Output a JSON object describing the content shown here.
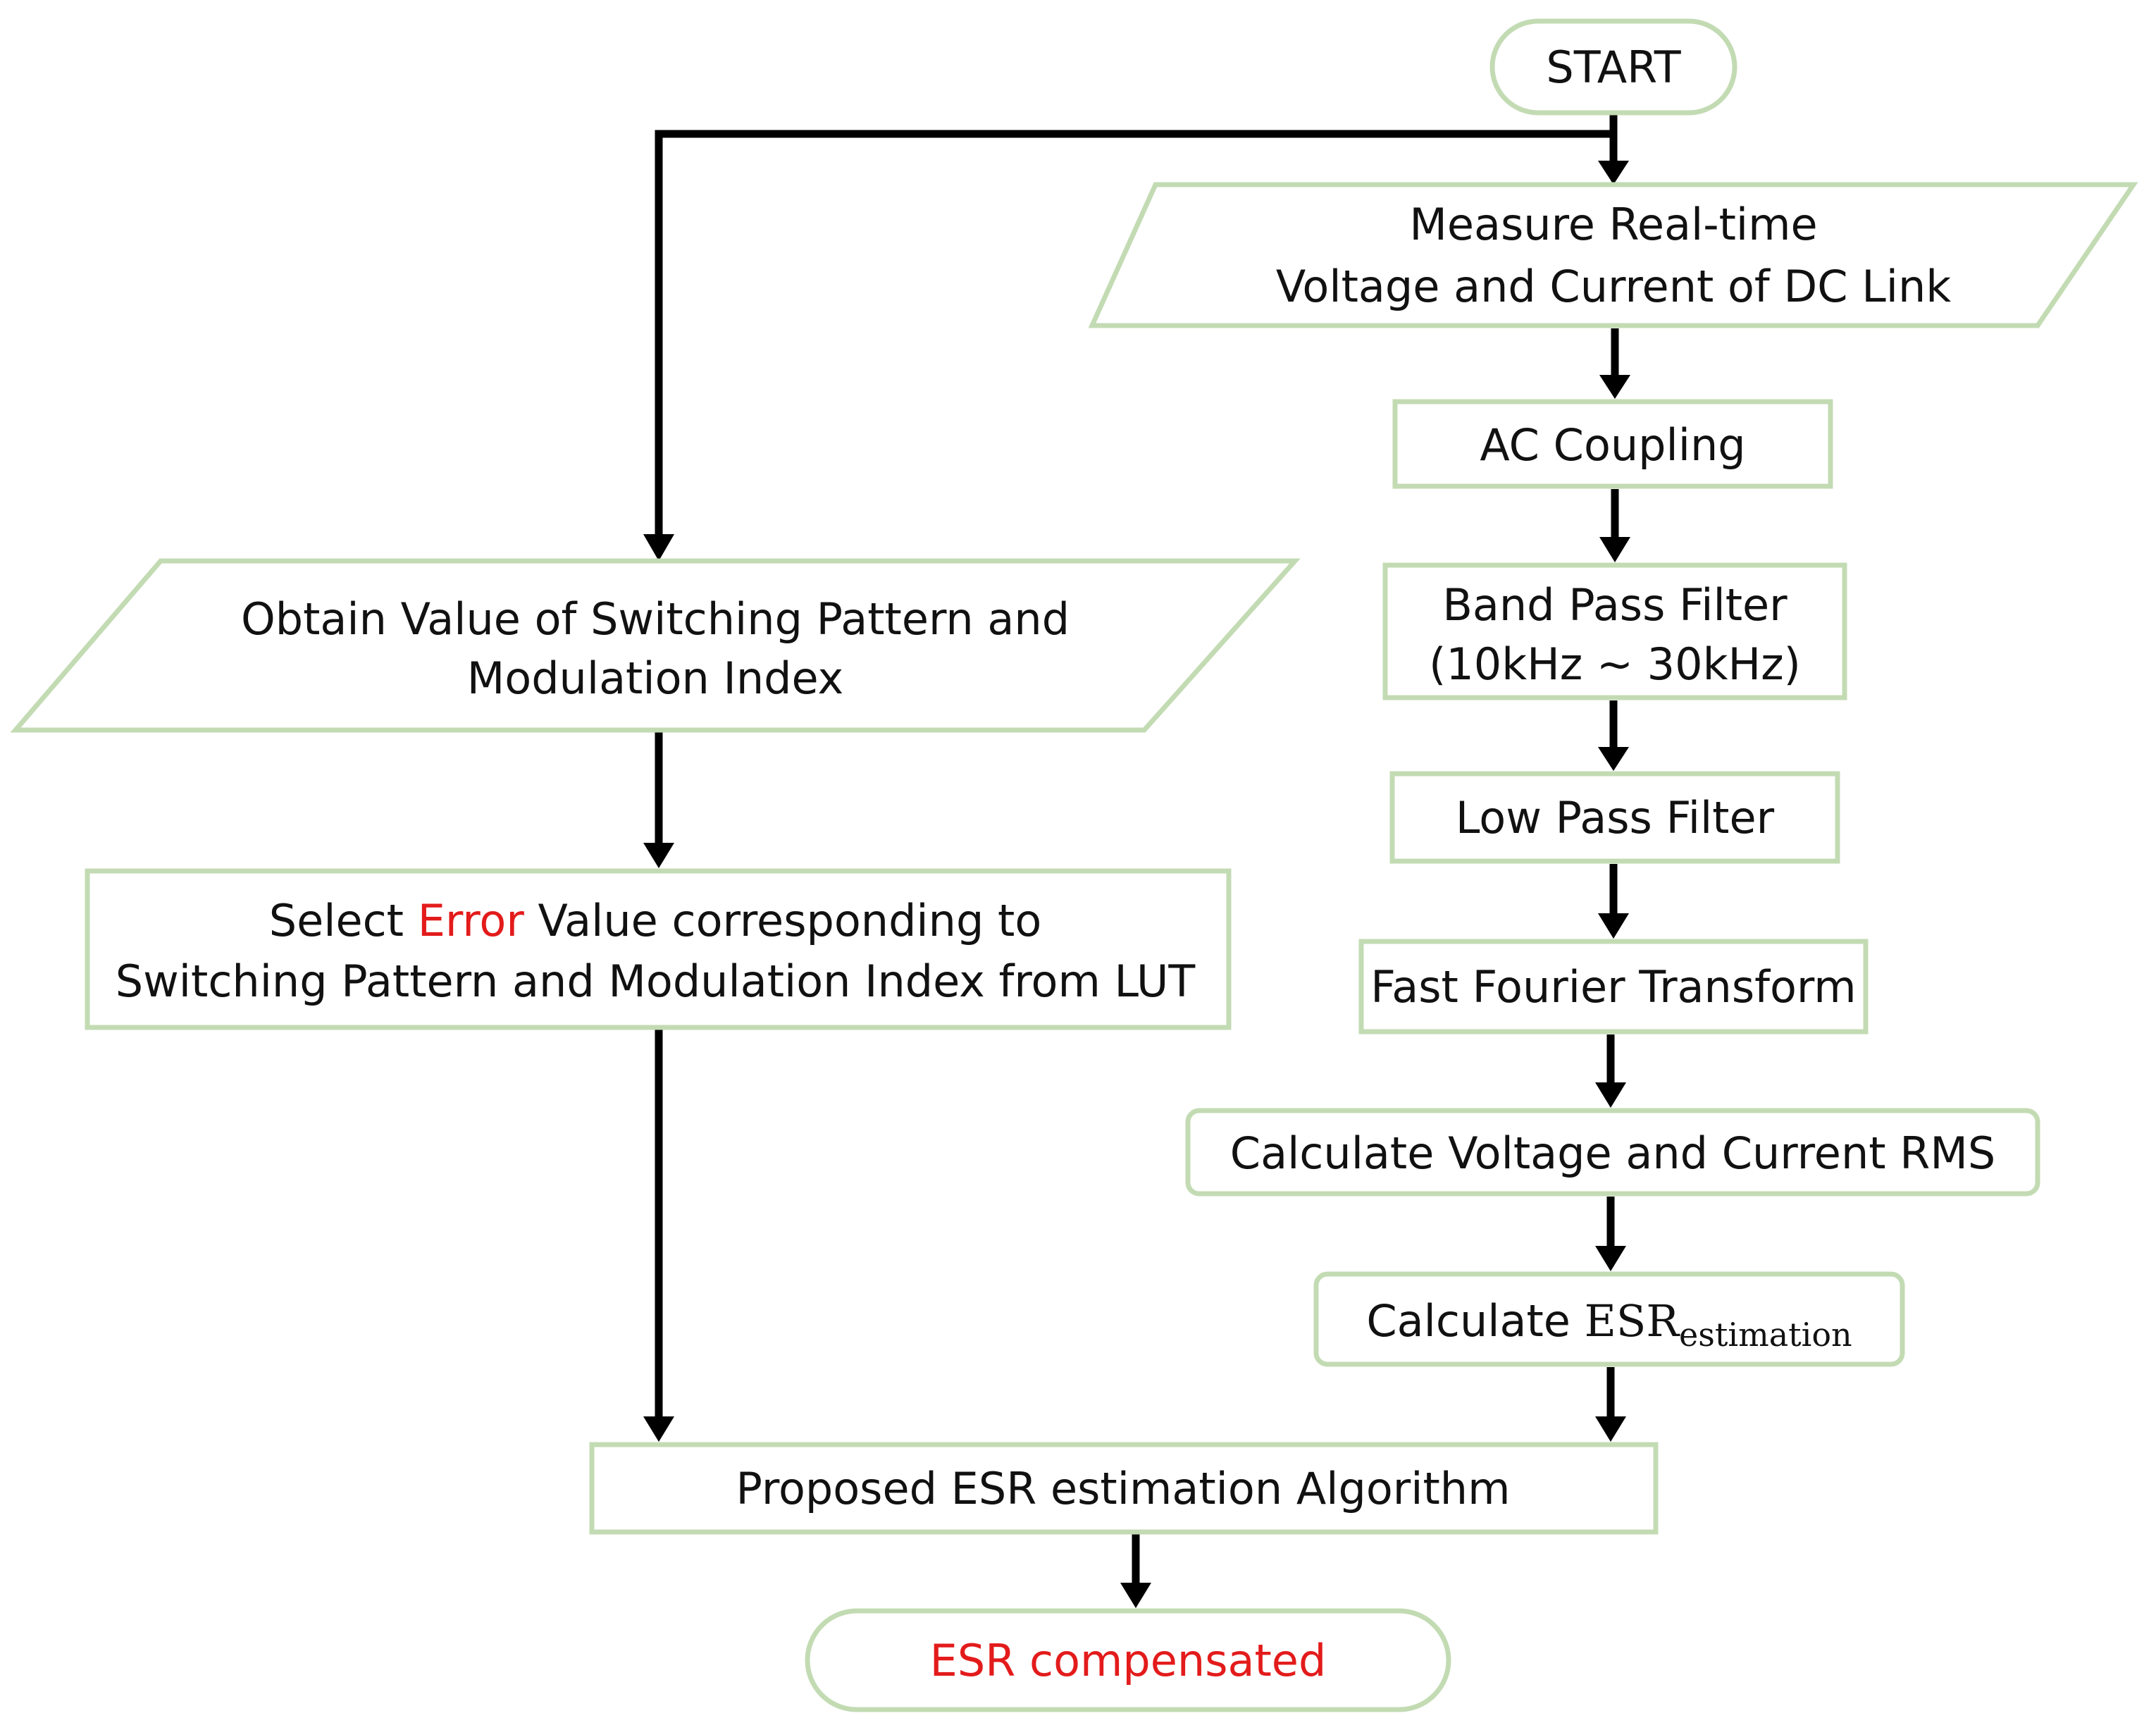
{
  "flowchart": {
    "start": "START",
    "measure": {
      "line1": "Measure Real-time",
      "line2": "Voltage and Current of DC Link"
    },
    "ac_coupling": "AC Coupling",
    "band_pass": {
      "line1": "Band Pass Filter",
      "line2": "(10kHz ~ 30kHz)"
    },
    "low_pass": "Low Pass Filter",
    "fft": "Fast Fourier Transform",
    "calc_rms": "Calculate Voltage and Current RMS",
    "calc_esr": {
      "prefix": "Calculate ",
      "esr": "ESR",
      "subscript": "estimation"
    },
    "obtain": {
      "line1": "Obtain Value of Switching Pattern and",
      "line2": "Modulation Index"
    },
    "select_error": {
      "prefix": "Select ",
      "highlight": "Error",
      "suffix": " Value corresponding to",
      "line2": "Switching Pattern and Modulation Index from LUT"
    },
    "proposed": "Proposed ESR estimation Algorithm",
    "end": "ESR compensated"
  },
  "colors": {
    "shape_border": "#c3dbb3",
    "arrow": "#000000",
    "highlight_text": "#e31b1b"
  }
}
